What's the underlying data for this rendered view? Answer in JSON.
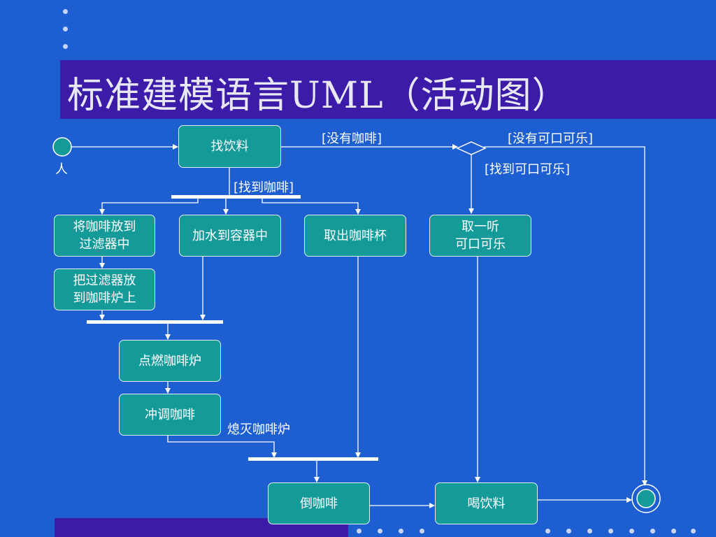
{
  "slide": {
    "title": "标准建模语言UML（活动图）"
  },
  "diagram": {
    "actor_label": "人",
    "activities": {
      "find_drink": "找饮料",
      "put_coffee_in_filter": "将咖啡放到\n过滤器中",
      "add_water": "加水到容器中",
      "take_cup": "取出咖啡杯",
      "get_cola": "取一听\n可口可乐",
      "put_filter_in_maker": "把过滤器放\n到咖啡炉上",
      "light_maker": "点燃咖啡炉",
      "brew_coffee": "冲调咖啡",
      "pour_coffee": "倒咖啡",
      "drink": "喝饮料"
    },
    "guards": {
      "no_coffee": "[没有咖啡]",
      "no_cola": "[没有可口可乐]",
      "found_cola": "[找到可口可乐]",
      "found_coffee": "[找到咖啡]"
    },
    "events": {
      "turn_off_maker": "熄灭咖啡炉"
    }
  },
  "colors": {
    "background": "#1D5FD0",
    "title_bar": "#3B1BA8",
    "activity_fill": "#149A99",
    "line": "#FFFFFF"
  }
}
